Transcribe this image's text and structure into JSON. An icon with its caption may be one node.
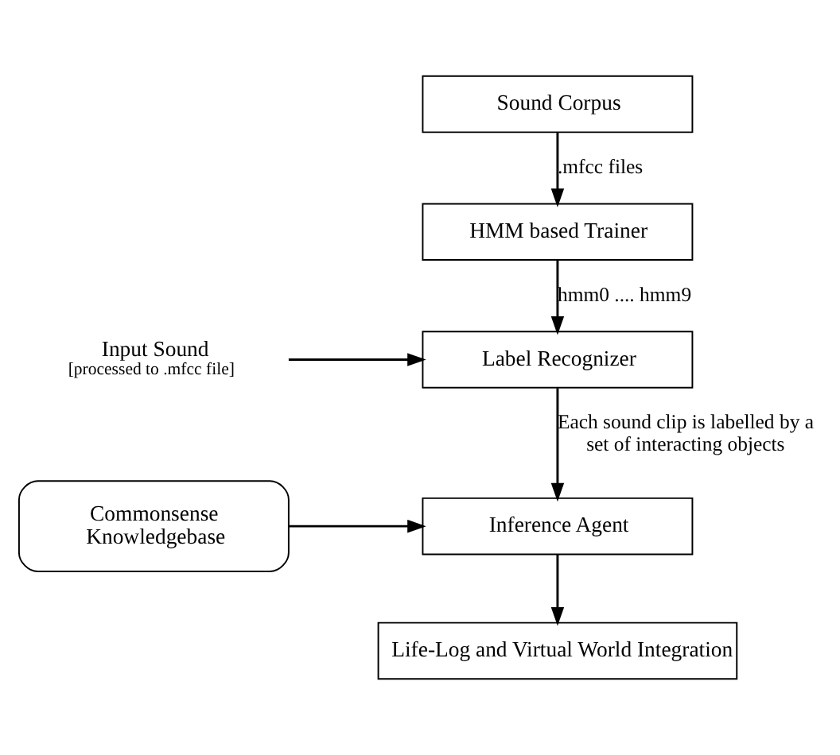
{
  "diagram": {
    "nodes": [
      {
        "text": [
          "Sound Corpus"
        ]
      },
      {
        "text": [
          "HMM based Trainer"
        ]
      },
      {
        "text": [
          "Input Sound",
          "[processed to .mfcc file]"
        ]
      },
      {
        "text": [
          "Label Recognizer"
        ]
      },
      {
        "text": [
          "Commonsense Knowledgebase"
        ]
      },
      {
        "text": [
          "Inference Agent"
        ]
      },
      {
        "text": [
          "Life-Log and Virtual World Integration"
        ]
      }
    ],
    "edges": [
      {
        "from": 0,
        "to": 1,
        "arrow": "to",
        "label": ".mfcc files"
      },
      {
        "from": 1,
        "to": 3,
        "arrow": "to",
        "label": "hmm0 .... hmm9"
      },
      {
        "from": 2,
        "to": 3,
        "arrow": "to"
      },
      {
        "from": 3,
        "to": 5,
        "arrow": "to",
        "label": "Each sound clip is labelled by a set of interacting objects"
      },
      {
        "from": 4,
        "to": 5,
        "arrow": "to"
      },
      {
        "from": 5,
        "to": 6,
        "arrow": "to"
      }
    ]
  }
}
